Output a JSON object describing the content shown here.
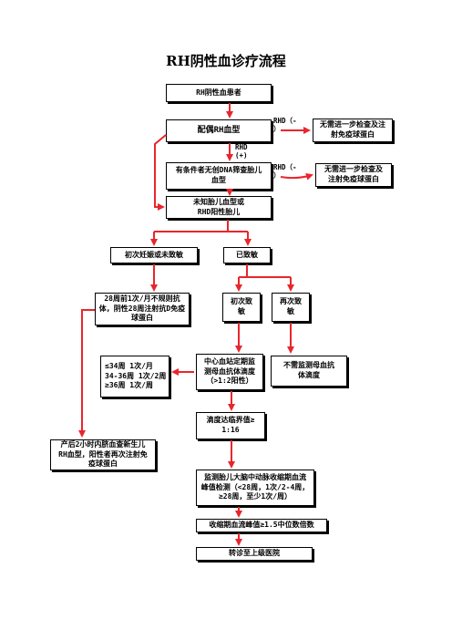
{
  "title": "RH阴性血诊疗流程",
  "nodes": {
    "patient": "RH阴性血患者",
    "spouse": "配偶RH血型",
    "no_further_1": "无需进一步检查及注\n射免疫球蛋白",
    "dna_screen": "有条件者无创DNA筛查胎儿\n血型",
    "no_further_2": "无需进一步检查及\n注射免疫球蛋白",
    "unknown_fetal": "未知胎儿血型或\nRHD阳性胎儿",
    "first_unsensitized": "初次妊娠或未致敏",
    "sensitized": "已致敏",
    "injection_28": "28周前1次/月不规则抗\n体，阴性28周注射抗D免疫\n球蛋白",
    "first_sens": "初次致\n敏",
    "again_sens": "再次致\n敏",
    "no_monitor": "不需监测母血抗\n体滴度",
    "center_monitor": "中心血站定期监\n测母血抗体滴度\n（>1:2阳性）",
    "schedule": "≤34周  1次/月\n34-36周  1次/2周\n≥36周  1次/周",
    "titer_threshold": "滴度达临界值≥\n1:16",
    "postpartum": "产后2小时内脐血查新生儿\nRH血型，阳性者再次注射免\n疫球蛋白",
    "mca_monitor": "监测胎儿大脑中动脉收缩期血流\n峰值检测（<28周，1次/2-4周，\n≥28周，至少1次/周）",
    "mca_peak": "收缩期血流峰值≥1.5中位数倍数",
    "referral": "转诊至上级医院"
  },
  "labels": {
    "rhd_neg_1": "RHD（-\n）",
    "rhd_pos": "RHD\n(+)",
    "rhd_neg_2": "RHD（-\n）"
  },
  "colors": {
    "arrow": "#e8262c",
    "border": "#000000"
  }
}
